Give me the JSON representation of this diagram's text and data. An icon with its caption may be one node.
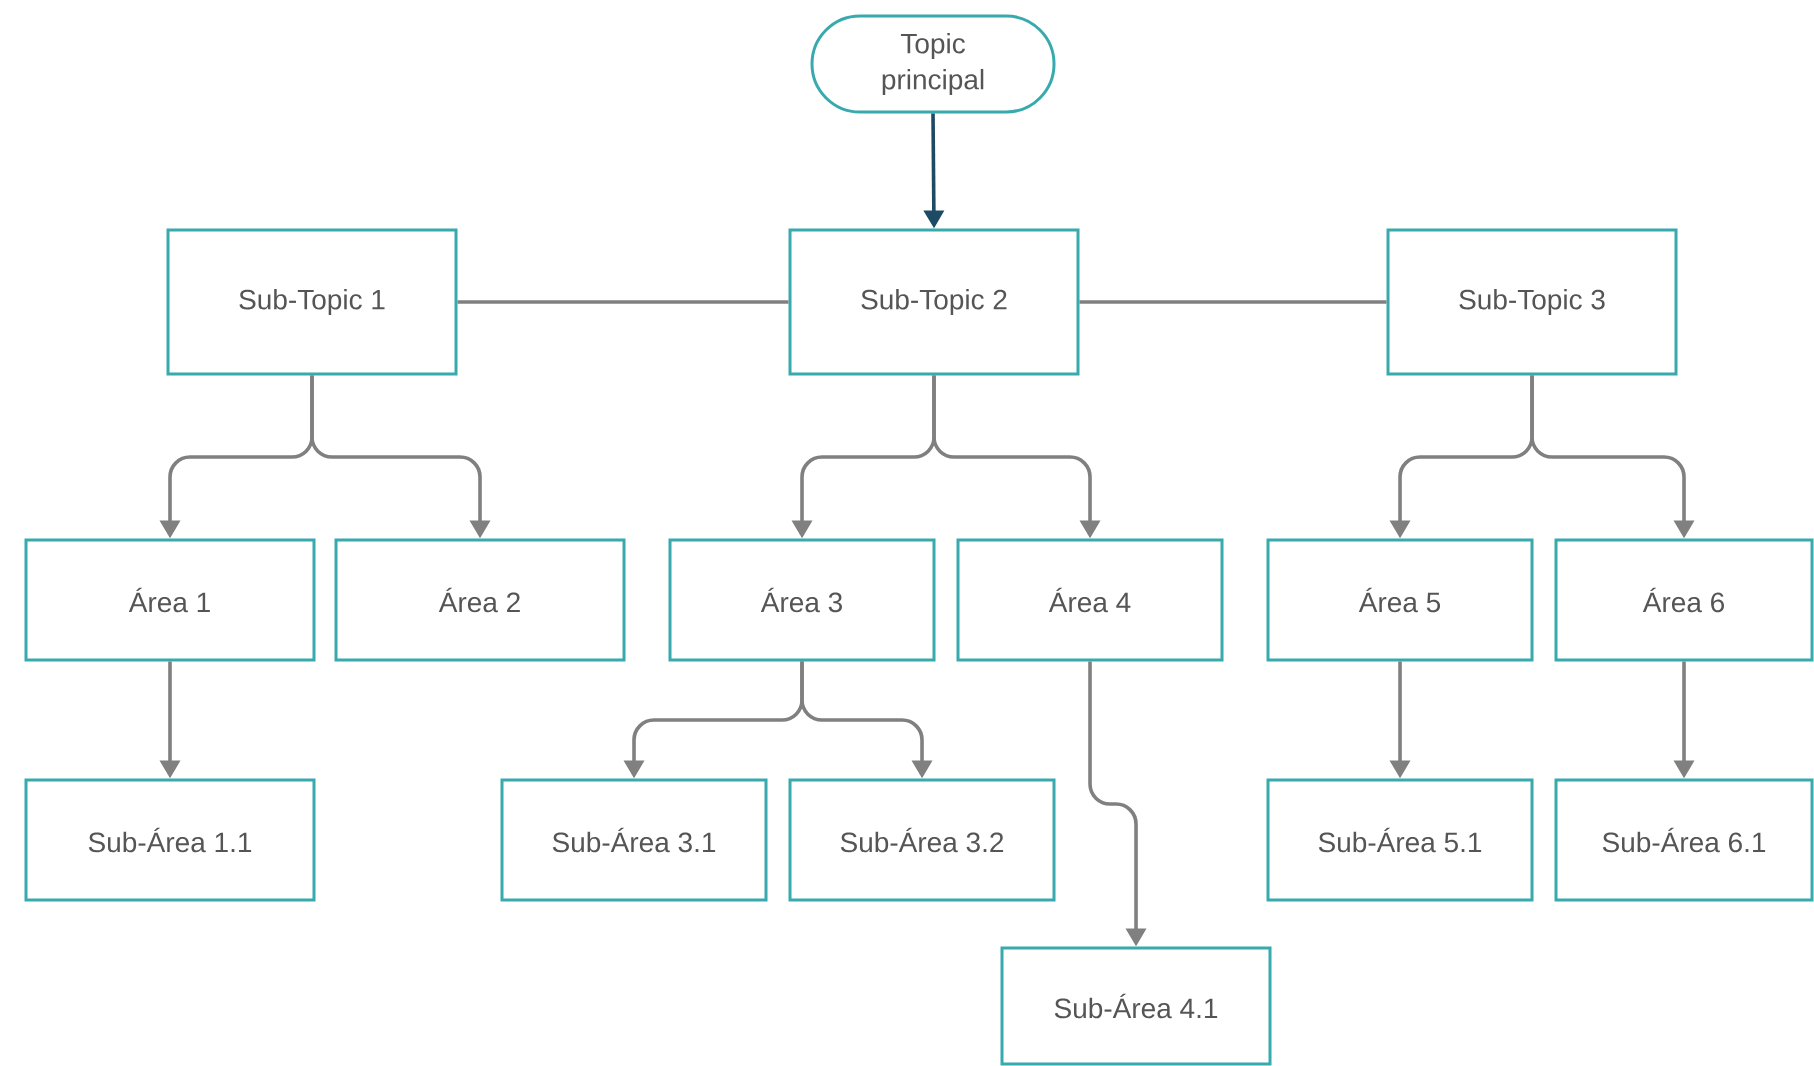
{
  "diagram": {
    "nodes": [
      {
        "text": [
          "Topic principal"
        ]
      },
      {
        "text": [
          "Sub-Topic 1"
        ]
      },
      {
        "text": [
          "Sub-Topic 2"
        ]
      },
      {
        "text": [
          "Sub-Topic 3"
        ]
      },
      {
        "text": [
          "Área 1"
        ]
      },
      {
        "text": [
          "Área 2"
        ]
      },
      {
        "text": [
          "Área 3"
        ]
      },
      {
        "text": [
          "Área 4"
        ]
      },
      {
        "text": [
          "Área 5"
        ]
      },
      {
        "text": [
          "Área 6"
        ]
      },
      {
        "text": [
          "Sub-Área 1.1"
        ]
      },
      {
        "text": [
          "Sub-Área 3.1"
        ]
      },
      {
        "text": [
          "Sub-Área 3.2"
        ]
      },
      {
        "text": [
          "Sub-Área 4.1"
        ]
      },
      {
        "text": [
          "Sub-Área 5.1"
        ]
      },
      {
        "text": [
          "Sub-Área 6.1"
        ]
      }
    ],
    "edges": [
      {
        "from": 0,
        "to": 2,
        "arrow": "to",
        "color": "#1d4a64"
      },
      {
        "from": 1,
        "to": 2,
        "arrow": "none"
      },
      {
        "from": 2,
        "to": 3,
        "arrow": "none"
      },
      {
        "from": 1,
        "to": 4,
        "arrow": "to"
      },
      {
        "from": 1,
        "to": 5,
        "arrow": "to"
      },
      {
        "from": 2,
        "to": 6,
        "arrow": "to"
      },
      {
        "from": 2,
        "to": 7,
        "arrow": "to"
      },
      {
        "from": 3,
        "to": 8,
        "arrow": "to"
      },
      {
        "from": 3,
        "to": 9,
        "arrow": "to"
      },
      {
        "from": 4,
        "to": 10,
        "arrow": "to"
      },
      {
        "from": 6,
        "to": 11,
        "arrow": "to"
      },
      {
        "from": 6,
        "to": 12,
        "arrow": "to"
      },
      {
        "from": 7,
        "to": 13,
        "arrow": "to"
      },
      {
        "from": 8,
        "to": 14,
        "arrow": "to"
      },
      {
        "from": 9,
        "to": 15,
        "arrow": "to"
      }
    ]
  }
}
